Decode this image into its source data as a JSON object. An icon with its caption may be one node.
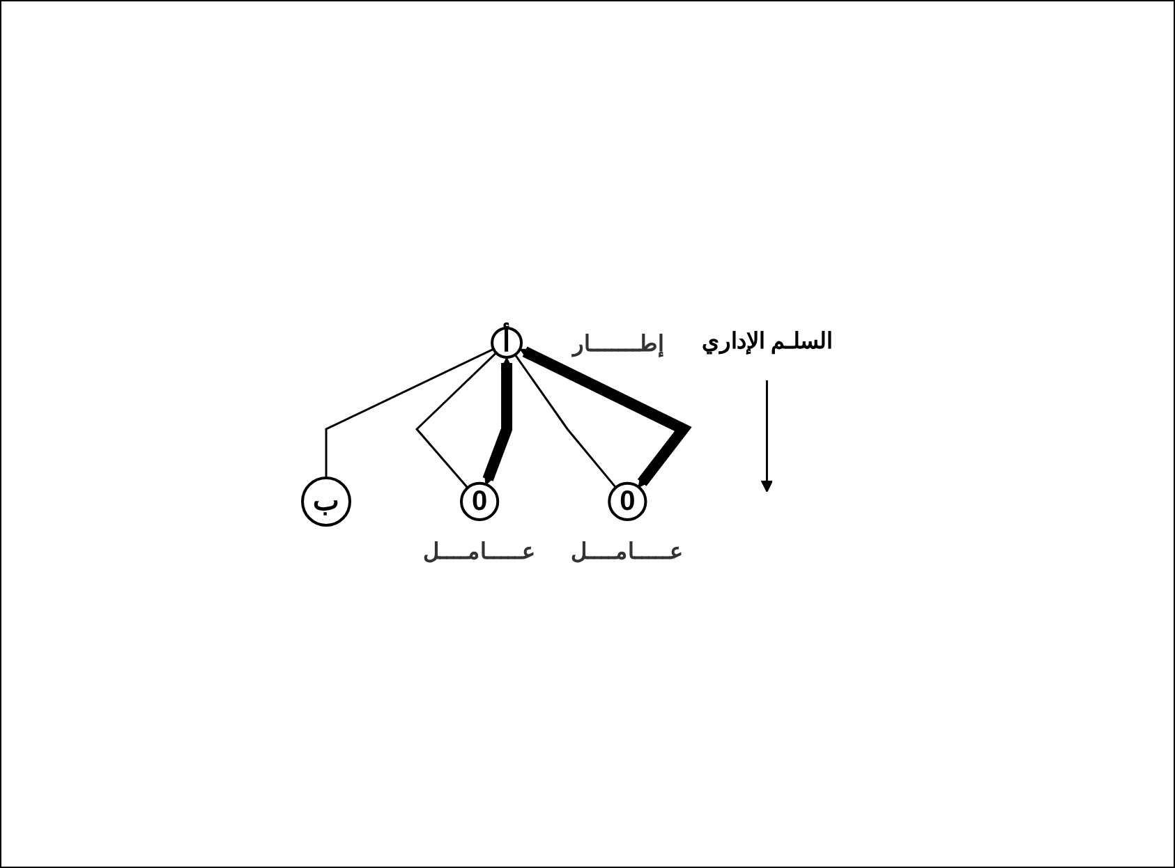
{
  "diagram": {
    "nodes": [
      {
        "text": [
          "أ"
        ],
        "beside": [
          "إطـــــــار"
        ]
      },
      {
        "text": [
          "السلـم الإداري"
        ]
      },
      {
        "text": [
          "ب"
        ]
      },
      {
        "text": [
          "0"
        ],
        "beside": [
          "عـــــامــــل"
        ]
      },
      {
        "text": [
          "0"
        ],
        "beside": [
          "عـــــامــــل"
        ]
      }
    ],
    "edges": [
      {
        "from": 0,
        "to": 2,
        "arrow": "none"
      },
      {
        "from": 0,
        "to": 3,
        "arrow": "none"
      },
      {
        "from": 0,
        "to": 4,
        "arrow": "none"
      },
      {
        "from": 0,
        "to": 3,
        "arrow": "both",
        "style": "thick"
      },
      {
        "from": 0,
        "to": 4,
        "arrow": "both",
        "style": "thick"
      },
      {
        "from": 1,
        "to": null,
        "arrow": "to"
      }
    ]
  }
}
